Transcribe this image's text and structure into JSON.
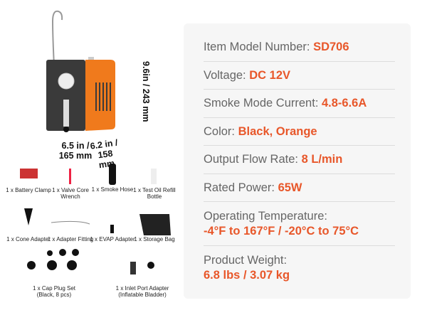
{
  "specs": [
    {
      "label": "Item Model Number: ",
      "value": "SD706"
    },
    {
      "label": "Voltage: ",
      "value": "DC 12V"
    },
    {
      "label": "Smoke Mode Current: ",
      "value": "4.8-6.6A"
    },
    {
      "label": "Color: ",
      "value": "Black, Orange"
    },
    {
      "label": "Output Flow Rate: ",
      "value": "8 L/min"
    },
    {
      "label": "Rated Power: ",
      "value": "65W"
    },
    {
      "label": "Operating Temperature:",
      "value": "-4°F to 167°F / -20°C to 75°C"
    },
    {
      "label": "Product Weight:",
      "value": "6.8 lbs / 3.07 kg"
    }
  ],
  "dimensions": {
    "height": "9.6in / 243 mm",
    "width": "6.5 in / 165 mm",
    "depth": "6.2 in / 158 mm"
  },
  "accessories": [
    "1 x Battery Clamp",
    "1 x Valve Core Wrench",
    "1 x Smoke Hose",
    "1 x Test Oil Refill Bottle",
    "1 x Cone Adapter",
    "1 x Adapter Fitting",
    "1 x EVAP Adapter",
    "1 x Storage Bag",
    "1 x Cap Plug Set (Black, 8 pcs)",
    "1 x Inlet Port Adapter (Inflatable Bladder)"
  ],
  "colors": {
    "accent": "#e8572a",
    "orange": "#f07a1c"
  }
}
